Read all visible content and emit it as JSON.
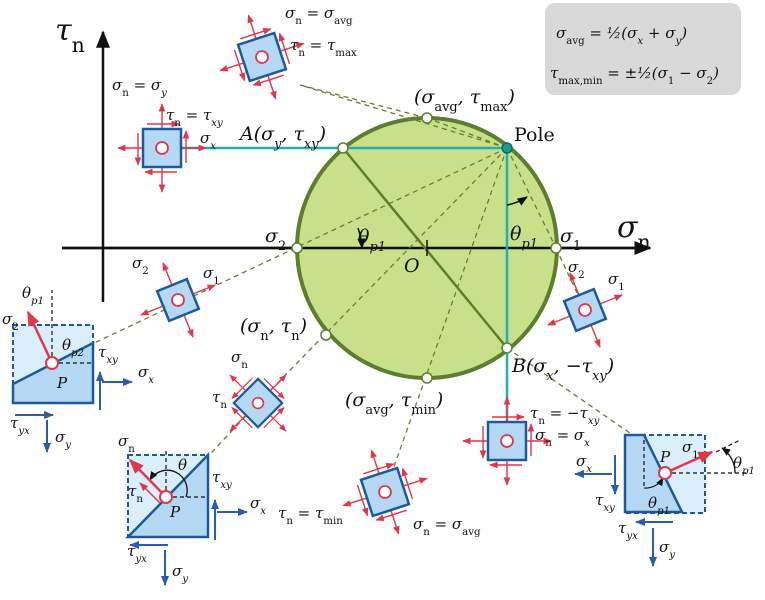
{
  "axes": {
    "tau_n": "τ_{n}",
    "sigma_n": "σ_{n}"
  },
  "formulas": {
    "avg": "σ_{avg} = ½(σ_{x} + σ_{y})",
    "maxmin": "τ_{max,min} = ±½(σ_{1} − σ_{2})"
  },
  "points": {
    "A": "A(σ_{y}, τ_{xy})",
    "B": "B(σ_{x}, −τ_{xy})",
    "pole": "Pole",
    "max": "(σ_{avg}, τ_{max})",
    "min": "(σ_{avg}, τ_{min})",
    "general": "(σ_{n}, τ_{n})",
    "sigma1": "σ_{1}",
    "sigma2": "σ_{2}",
    "origin": "O",
    "theta_left": "θ_{p1}",
    "theta_right": "θ_{p1}"
  },
  "elements": {
    "top": {
      "sn": "σ_{n} = σ_{avg}",
      "tn": "τ_{n} = τ_{max}"
    },
    "A": {
      "sn": "σ_{n} = σ_{y}",
      "tn": "τ_{n} = τ_{xy}",
      "sx": "σ_{x}"
    },
    "p2": {
      "s2": "σ_{2}",
      "s1": "σ_{1}"
    },
    "p1": {
      "s2": "σ_{2}",
      "s1": "σ_{1}"
    },
    "gen": {
      "sn": "σ_{n}",
      "tn": "τ_{n}"
    },
    "B": {
      "tn": "τ_{n} = −τ_{xy}",
      "sn": "σ_{n} = σ_{x}"
    },
    "bottom": {
      "tn": "τ_{n} = τ_{min}",
      "sn": "σ_{n} = σ_{avg}"
    }
  },
  "wedges": {
    "left": {
      "theta_p1": "θ_{p1}",
      "s2": "σ_{2}",
      "theta_p2": "θ_{p2}",
      "txy": "τ_{xy}",
      "sx": "σ_{x}",
      "P": "P",
      "tyx": "τ_{yx}",
      "sy": "σ_{y}"
    },
    "mid": {
      "sn": "σ_{n}",
      "theta": "θ",
      "txy": "τ_{xy}",
      "sx": "σ_{x}",
      "tn": "τ_{n}",
      "P": "P",
      "tyx": "τ_{yx}",
      "sy": "σ_{y}"
    },
    "right": {
      "sx": "σ_{x}",
      "txy": "τ_{xy}",
      "tyx": "τ_{yx}",
      "sy": "σ_{y}",
      "s1": "σ_{1}",
      "P": "P",
      "theta_out": "θ_{p1}",
      "theta_in": "θ_{p1}"
    }
  },
  "colors": {
    "circle_fill": "#c8e08a",
    "circle_stroke": "#5b7f2e",
    "teal": "#22b0b0",
    "element_fill": "#b5d8f5",
    "element_stroke": "#1d5a9a",
    "arrow_red": "#e0374a",
    "arrow_blue": "#2a5db0"
  }
}
